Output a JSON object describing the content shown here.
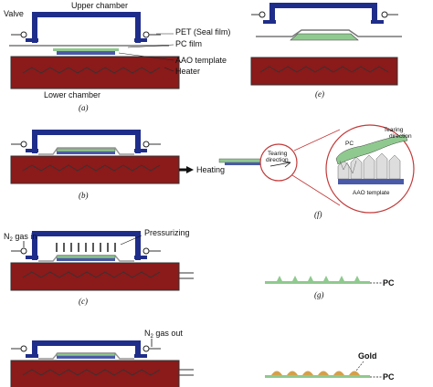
{
  "labels": {
    "valve": "Valve",
    "upper_chamber": "Upper chamber",
    "pet": "PET (Seal film)",
    "pc_film": "PC film",
    "aao_template": "AAO template",
    "heater": "Heater",
    "lower_chamber": "Lower chamber",
    "heating": "Heating",
    "n2_in_main": "N",
    "n2_in_sub": "2",
    "n2_in_rest": " gas in",
    "pressurizing": "Pressurizing",
    "n2_out_main": "N",
    "n2_out_sub": "2",
    "n2_out_rest": " gas out",
    "tearing_direction_1": "Tearing",
    "tearing_direction_2": "direction",
    "tearing_direction_3": "Tearing",
    "tearing_direction_4": "direction",
    "pc_small": "PC",
    "aao_small": "AAO template",
    "pc_g": "PC",
    "gold": "Gold",
    "pc_h": "PC"
  },
  "captions": {
    "a": "(a)",
    "b": "(b)",
    "c": "(c)",
    "e": "(e)",
    "f": "(f)",
    "g": "(g)"
  },
  "colors": {
    "chamber": "#1f2d8a",
    "heater": "#8b1a1a",
    "film": "#8fc98f",
    "template": "#4a5aa8",
    "gold": "#d4a04a",
    "magnifier": "#c23a3a"
  }
}
